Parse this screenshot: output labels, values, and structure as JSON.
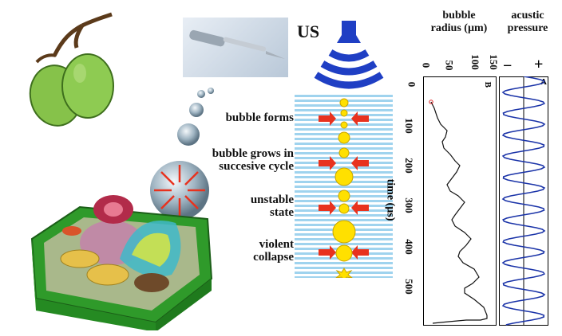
{
  "us_label": "US",
  "stages": [
    {
      "line1": "bubble forms",
      "line2": ""
    },
    {
      "line1": "bubble grows in",
      "line2": "succesive cycle"
    },
    {
      "line1": "unstable",
      "line2": "state"
    },
    {
      "line1": "violent",
      "line2": "collapse"
    }
  ],
  "radius_panel": {
    "header_line1": "bubble",
    "header_line2": "radius (µm)",
    "x_ticks": [
      "0",
      "50",
      "100",
      "150"
    ],
    "panel_letter": "B",
    "y_label": "time (µs)",
    "y_ticks": [
      "0",
      "100",
      "200",
      "300",
      "400",
      "500"
    ]
  },
  "pressure_panel": {
    "header_line1": "acustic",
    "header_line2": "pressure",
    "minus": "−",
    "plus": "+",
    "panel_letter": "A"
  },
  "colors": {
    "transducer_blue": "#1f3fc4",
    "medium_stripes": "#9fd3ee",
    "arrow_red": "#e8321e",
    "bubble_yellow": "#ffe000",
    "pressure_wave": "#1a33a8",
    "olive_green": "#7fc142"
  },
  "icons": [
    "olives-icon",
    "probe-icon",
    "transducer-icon",
    "cell-icon"
  ]
}
